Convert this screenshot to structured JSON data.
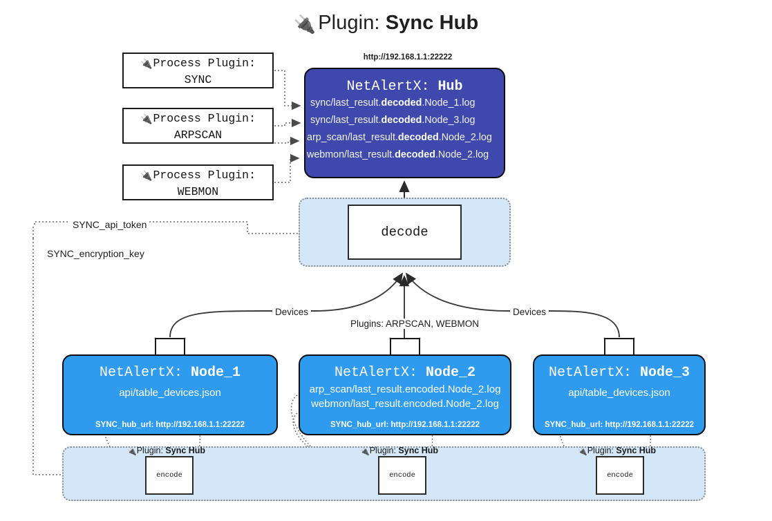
{
  "title": {
    "icon": "plug-icon",
    "prefix": "Plugin: ",
    "name": "Sync Hub"
  },
  "process_plugins": [
    {
      "icon": "plug-icon",
      "line1": "Process Plugin:",
      "line2": "SYNC"
    },
    {
      "icon": "plug-icon",
      "line1": "Process Plugin:",
      "line2": "ARPSCAN"
    },
    {
      "icon": "plug-icon",
      "line1": "Process Plugin:",
      "line2": "WEBMON"
    }
  ],
  "hub": {
    "url_caption": "http://192.168.1.1:22222",
    "title_prefix": "NetAlertX: ",
    "title_name": "Hub",
    "color": "#3F49AD",
    "lines": [
      {
        "pre": "sync/last_result.",
        "strong": "decoded",
        "post": ".Node_1.log"
      },
      {
        "pre": "sync/last_result.",
        "strong": "decoded",
        "post": ".Node_3.log"
      },
      {
        "pre": "arp_scan/last_result.",
        "strong": "decoded",
        "post": ".Node_2.log"
      },
      {
        "pre": "webmon/last_result.",
        "strong": "decoded",
        "post": ".Node_2.log"
      }
    ]
  },
  "decode": {
    "label": "decode",
    "container_color": "#D4E7F8"
  },
  "secrets": {
    "api_token": "SYNC_api_token",
    "encryption_key": "SYNC_encryption_key"
  },
  "edge_labels": {
    "devices_left": "Devices",
    "devices_right": "Devices",
    "plugins_middle": "Plugins: ARPSCAN, WEBMON"
  },
  "nodes": [
    {
      "title_prefix": "NetAlertX: ",
      "title_name": "Node_1",
      "color": "#2F9BEF",
      "lines": [
        "api/table_devices.json"
      ],
      "footer": "SYNC_hub_url: http://192.168.1.1:22222",
      "envelope": "envelope-icon"
    },
    {
      "title_prefix": "NetAlertX: ",
      "title_name": "Node_2",
      "color": "#2F9BEF",
      "lines": [
        "arp_scan/last_result.encoded.Node_2.log",
        "webmon/last_result.encoded.Node_2.log"
      ],
      "footer": "SYNC_hub_url: http://192.168.1.1:22222",
      "envelope": "envelope-icon"
    },
    {
      "title_prefix": "NetAlertX: ",
      "title_name": "Node_3",
      "color": "#2F9BEF",
      "lines": [
        "api/table_devices.json"
      ],
      "footer": "SYNC_hub_url: http://192.168.1.1:22222",
      "envelope": "envelope-icon"
    }
  ],
  "encoders": [
    {
      "caption_icon": "plug-icon",
      "caption_prefix": "Plugin: ",
      "caption_name": "Sync Hub",
      "label": "encode"
    },
    {
      "caption_icon": "plug-icon",
      "caption_prefix": "Plugin: ",
      "caption_name": "Sync Hub",
      "label": "encode"
    },
    {
      "caption_icon": "plug-icon",
      "caption_prefix": "Plugin: ",
      "caption_name": "Sync Hub",
      "label": "encode"
    }
  ]
}
